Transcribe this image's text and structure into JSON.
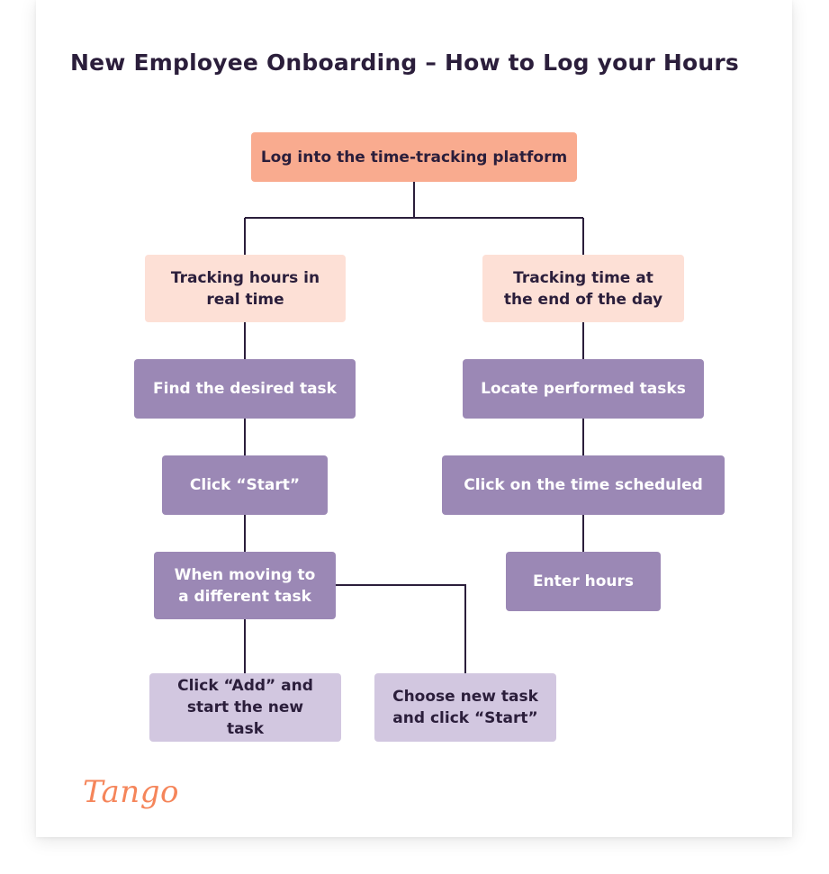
{
  "title": "New Employee Onboarding – How to Log your Hours",
  "colors": {
    "root": "#f9ab8f",
    "branch": "#fde0d6",
    "step": "#9b88b5",
    "leaf": "#d2c7e0",
    "line": "#2b1e3b",
    "logo": "#f5855a"
  },
  "nodes": {
    "root": "Log into the time-tracking platform",
    "branch_left": "Tracking hours in real time",
    "branch_right": "Tracking time at the end of the day",
    "find_task": "Find the desired task",
    "click_start": "Click “Start”",
    "moving_task": "When moving to a different task",
    "click_add": "Click “Add” and start the new task",
    "choose_task": "Choose new task and click “Start”",
    "locate_tasks": "Locate performed tasks",
    "click_time": "Click on the time scheduled",
    "enter_hours": "Enter hours"
  },
  "logo": "Tango"
}
